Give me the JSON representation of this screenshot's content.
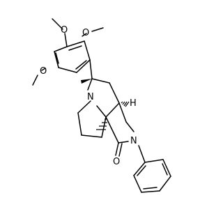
{
  "diagram": {
    "type": "chemical-structure",
    "colors": {
      "bond": "#000000",
      "label": "#000000",
      "background": "#ffffff"
    },
    "atom_labels": {
      "o_top": "O",
      "o_right": "O",
      "o_left": "O",
      "n_pyrrolizidine": "N",
      "n_lactam": "N",
      "o_carbonyl": "O",
      "h_stereo": "H"
    }
  }
}
